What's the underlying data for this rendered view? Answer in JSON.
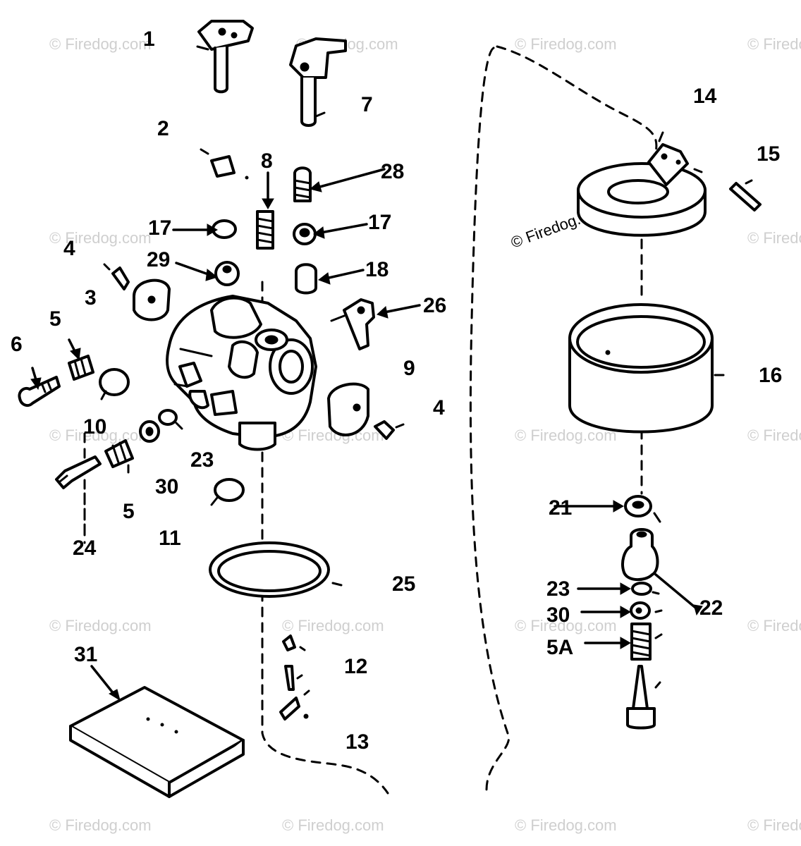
{
  "callouts": {
    "n1": "1",
    "n2": "2",
    "n3": "3",
    "n4a": "4",
    "n4b": "4",
    "n5a": "5",
    "n5b": "5",
    "n5A": "5A",
    "n6": "6",
    "n7": "7",
    "n8": "8",
    "n9": "9",
    "n10": "10",
    "n11": "11",
    "n12": "12",
    "n13": "13",
    "n14": "14",
    "n15": "15",
    "n16": "16",
    "n17a": "17",
    "n17b": "17",
    "n18": "18",
    "n21": "21",
    "n22": "22",
    "n23a": "23",
    "n23b": "23",
    "n24": "24",
    "n25": "25",
    "n26": "26",
    "n28": "28",
    "n29": "29",
    "n30a": "30",
    "n30b": "30",
    "n31": "31"
  },
  "watermark": "© Firedog.com"
}
